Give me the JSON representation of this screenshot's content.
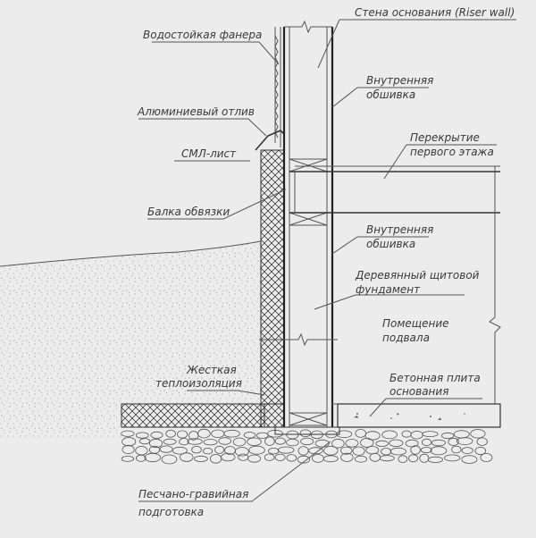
{
  "labels": {
    "riser_wall": "Стена основания (Riser wall)",
    "plywood": "Водостойкая фанера",
    "inner_sheathing_1_l1": "Внутренняя",
    "inner_sheathing_1_l2": "обшивка",
    "aluminium_flashing": "Алюминиевый отлив",
    "floor_l1": "Перекрытие",
    "floor_l2": "первого этажа",
    "sml_sheet": "СМЛ-лист",
    "sill_beam": "Балка обвязки",
    "inner_sheathing_2_l1": "Внутренняя",
    "inner_sheathing_2_l2": "обшивка",
    "wood_foundation_l1": "Деревянный щитовой",
    "wood_foundation_l2": "фундамент",
    "basement_l1": "Помещение",
    "basement_l2": "подвала",
    "rigid_insulation_l1": "Жесткая",
    "rigid_insulation_l2": "теплоизоляция",
    "concrete_slab_l1": "Бетонная плита",
    "concrete_slab_l2": "основания",
    "gravel_l1": "Песчано-гравийная",
    "gravel_l2": "подготовка"
  },
  "colors": {
    "background": "#ececec",
    "line": "#333333",
    "soil_dot": "#8a8a8a"
  }
}
